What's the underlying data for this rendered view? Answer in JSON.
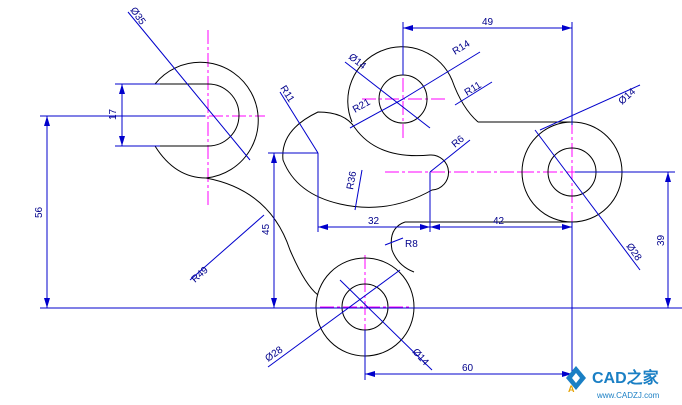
{
  "drawing": {
    "dimensions": {
      "d35": "Ø35",
      "d14_top": "Ø14",
      "r14": "R14",
      "r11_right": "R11",
      "r11_left": "R11",
      "r21": "R21",
      "r6": "R6",
      "r36": "R36",
      "r8": "R8",
      "r49": "R49",
      "d14_right": "Ø14",
      "d28_right": "Ø28",
      "d28_bottom": "Ø28",
      "d14_bottom": "Ø14",
      "v17": "17",
      "v56": "56",
      "v45": "45",
      "v32": "32",
      "v42": "42",
      "v39": "39",
      "v49": "49",
      "v60": "60"
    },
    "colors": {
      "outline": "#000000",
      "dimension": "#0000cc",
      "centerline": "#ff00ff",
      "brand": "#1a7fc4"
    }
  },
  "watermark": {
    "brand": "CAD之家",
    "url": "www.CADZJ.com"
  }
}
